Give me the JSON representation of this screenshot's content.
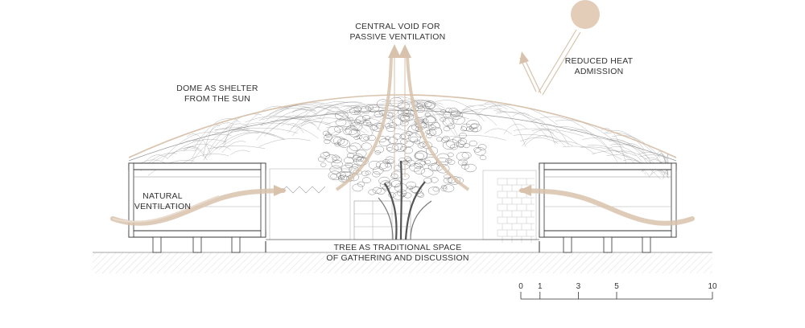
{
  "labels": {
    "central_void_line1": "CENTRAL VOID FOR",
    "central_void_line2": "PASSIVE VENTILATION",
    "reduced_heat_line1": "REDUCED HEAT",
    "reduced_heat_line2": "ADMISSION",
    "dome_line1": "DOME AS SHELTER",
    "dome_line2": "FROM THE SUN",
    "natural_line1": "NATURAL",
    "natural_line2": "VENTILATION",
    "tree_line1": "TREE AS TRADITIONAL SPACE",
    "tree_line2": "OF GATHERING AND DISCUSSION"
  },
  "scale": {
    "ticks": [
      "0",
      "1",
      "3",
      "5",
      "10"
    ],
    "values": [
      0,
      1,
      3,
      5,
      10
    ]
  },
  "colors": {
    "accent": "#d8c2ac",
    "accent_dark": "#c9ab8e",
    "sun": "#e3cdb8",
    "line": "#333333"
  }
}
